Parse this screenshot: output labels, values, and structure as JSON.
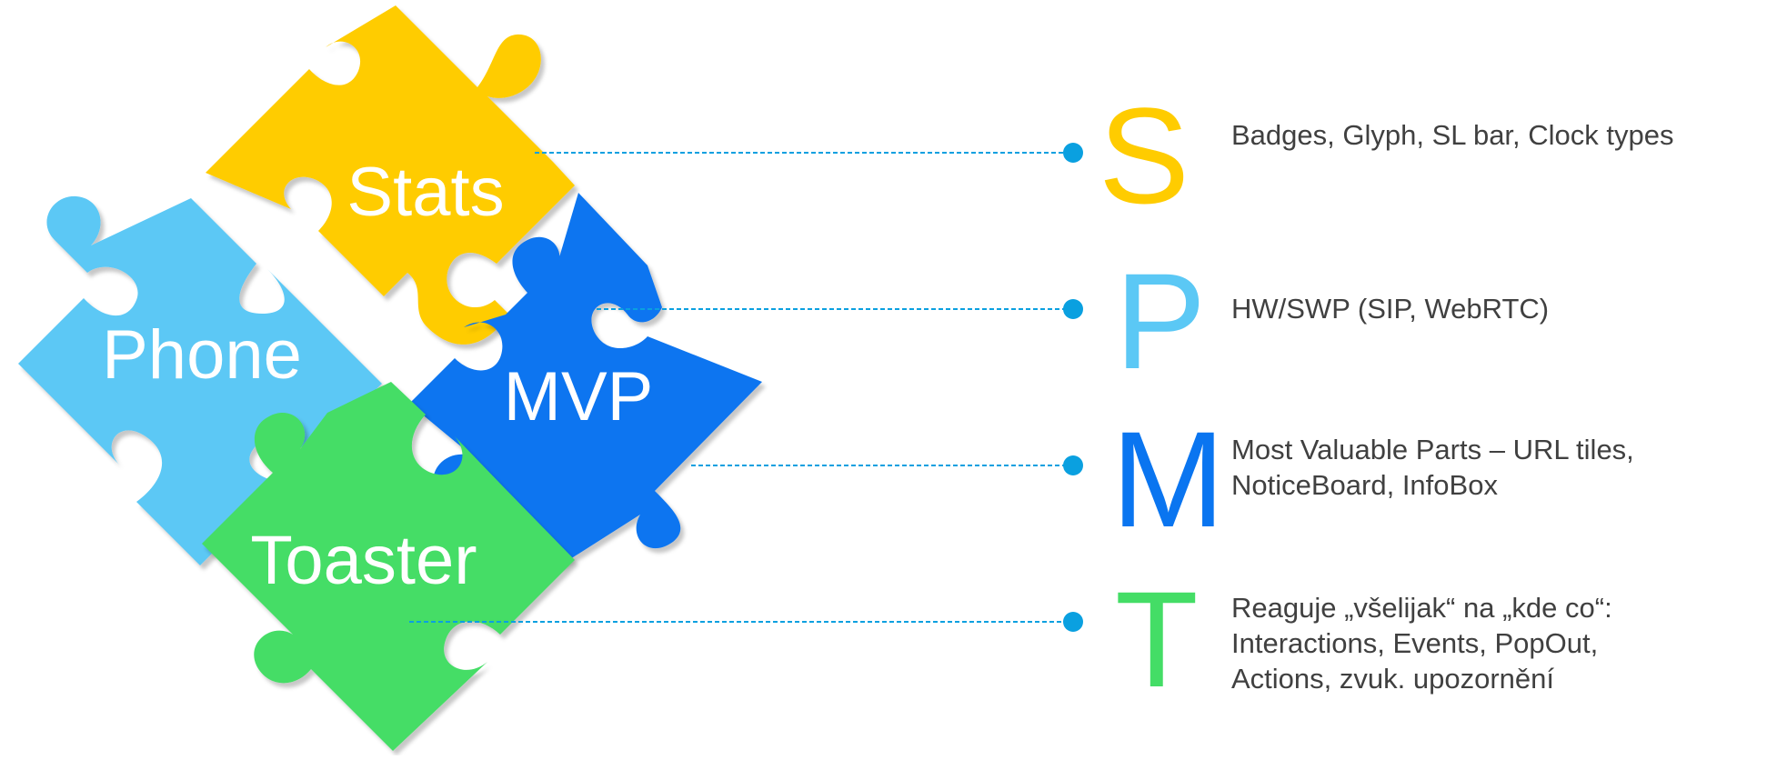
{
  "puzzle": {
    "stats_label": "Stats",
    "phone_label": "Phone",
    "mvp_label": "MVP",
    "toaster_label": "Toaster"
  },
  "legend": [
    {
      "letter": "S",
      "color": "#FFCC00",
      "lines": [
        "Badges, Glyph, SL bar, Clock types"
      ]
    },
    {
      "letter": "P",
      "color": "#5BC8F5",
      "lines": [
        "HW/SWP (SIP, WebRTC)"
      ]
    },
    {
      "letter": "M",
      "color": "#0A75F0",
      "lines": [
        "Most Valuable Parts – URL tiles,",
        "NoticeBoard, InfoBox"
      ]
    },
    {
      "letter": "T",
      "color": "#44DD66",
      "lines": [
        "Reaguje „všelijak“ na „kde co“:",
        "Interactions, Events, PopOut,",
        "Actions, zvuk. upozornění"
      ]
    }
  ],
  "colors": {
    "stats": "#FFCC00",
    "phone": "#5BC8F5",
    "mvp": "#0A75F0",
    "toaster": "#44DD66",
    "connector": "#0AA0E0"
  }
}
